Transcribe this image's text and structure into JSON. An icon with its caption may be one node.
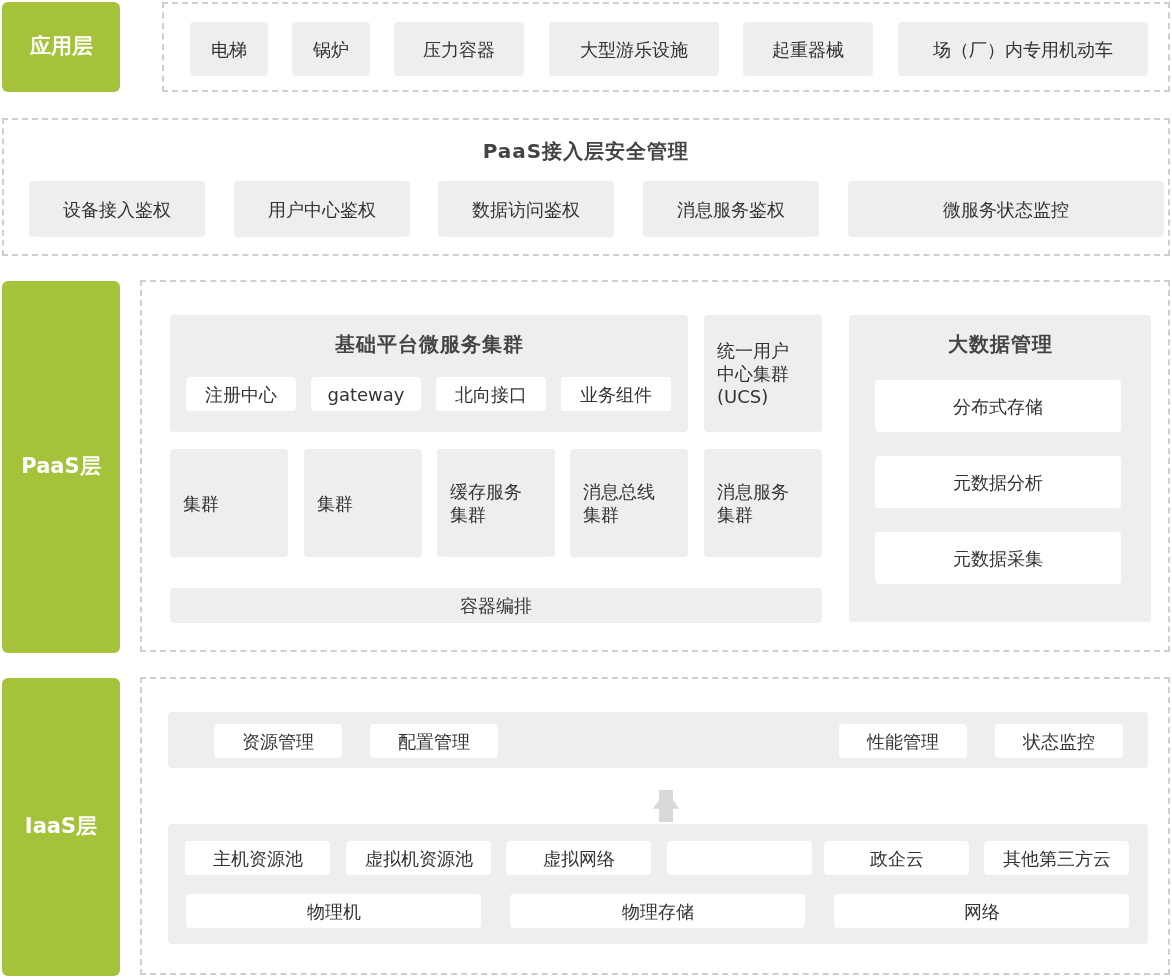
{
  "diagram": {
    "nodes": [
      {
        "text": [
          "应用层"
        ]
      },
      {
        "text": [],
        "shape": "box"
      },
      {
        "text": [
          "电梯"
        ],
        "in": 1
      },
      {
        "text": [
          "锅炉"
        ],
        "in": 1
      },
      {
        "text": [
          "压力容器"
        ],
        "in": 1
      },
      {
        "text": [
          "大型游乐设施"
        ],
        "in": 1
      },
      {
        "text": [
          "起重器械"
        ],
        "in": 1
      },
      {
        "text": [
          "场（厂）内专用机动车"
        ],
        "in": 1
      },
      {
        "text": [
          "PaaS接入层安全管理"
        ]
      },
      {
        "text": [
          "设备接入鉴权"
        ],
        "in": 8
      },
      {
        "text": [
          "用户中心鉴权"
        ],
        "in": 8
      },
      {
        "text": [
          "数据访问鉴权"
        ],
        "in": 8
      },
      {
        "text": [
          "消息服务鉴权"
        ],
        "in": 8
      },
      {
        "text": [
          "微服务状态监控"
        ],
        "in": 8
      },
      {
        "text": [
          "PaaS层"
        ]
      },
      {
        "text": [],
        "shape": "box"
      },
      {
        "text": [
          "基础平台微服务集群"
        ],
        "in": 15
      },
      {
        "text": [
          "注册中心"
        ],
        "in": 16
      },
      {
        "text": [
          "gateway"
        ],
        "in": 16
      },
      {
        "text": [
          "北向接口"
        ],
        "in": 16
      },
      {
        "text": [
          "业务组件"
        ],
        "in": 16
      },
      {
        "text": [
          "统一用户中心集群(UCS)"
        ],
        "in": 15
      },
      {
        "text": [
          "大数据管理"
        ],
        "in": 15
      },
      {
        "text": [
          "分布式存储"
        ],
        "in": 22
      },
      {
        "text": [
          "元数据分析"
        ],
        "in": 22
      },
      {
        "text": [
          "元数据采集"
        ],
        "in": 22
      },
      {
        "text": [
          "集群"
        ],
        "in": 15
      },
      {
        "text": [
          "集群"
        ],
        "in": 15
      },
      {
        "text": [
          "缓存服务集群"
        ],
        "in": 15
      },
      {
        "text": [
          "消息总线集群"
        ],
        "in": 15
      },
      {
        "text": [
          "消息服务集群"
        ],
        "in": 15
      },
      {
        "text": [
          "容器编排"
        ],
        "in": 15
      },
      {
        "text": [
          "IaaS层"
        ]
      },
      {
        "text": [],
        "shape": "box"
      },
      {
        "text": [],
        "shape": "box",
        "in": 33
      },
      {
        "text": [
          "资源管理"
        ],
        "in": 34
      },
      {
        "text": [
          "配置管理"
        ],
        "in": 34
      },
      {
        "text": [
          "性能管理"
        ],
        "in": 34
      },
      {
        "text": [
          "状态监控"
        ],
        "in": 34
      },
      {
        "text": [],
        "shape": "box",
        "in": 33
      },
      {
        "text": [
          "主机资源池"
        ],
        "in": 39
      },
      {
        "text": [
          "虚拟机资源池"
        ],
        "in": 39
      },
      {
        "text": [
          "虚拟网络"
        ],
        "in": 39
      },
      {
        "text": [],
        "shape": "box",
        "in": 39
      },
      {
        "text": [
          "政企云"
        ],
        "in": 39
      },
      {
        "text": [
          "其他第三方云"
        ],
        "in": 39
      },
      {
        "text": [
          "物理机"
        ],
        "in": 39
      },
      {
        "text": [
          "物理存储"
        ],
        "in": 39
      },
      {
        "text": [
          "网络"
        ],
        "in": 39
      }
    ],
    "edges": [
      {
        "from": 39,
        "to": 34,
        "arrow": "to"
      }
    ]
  }
}
